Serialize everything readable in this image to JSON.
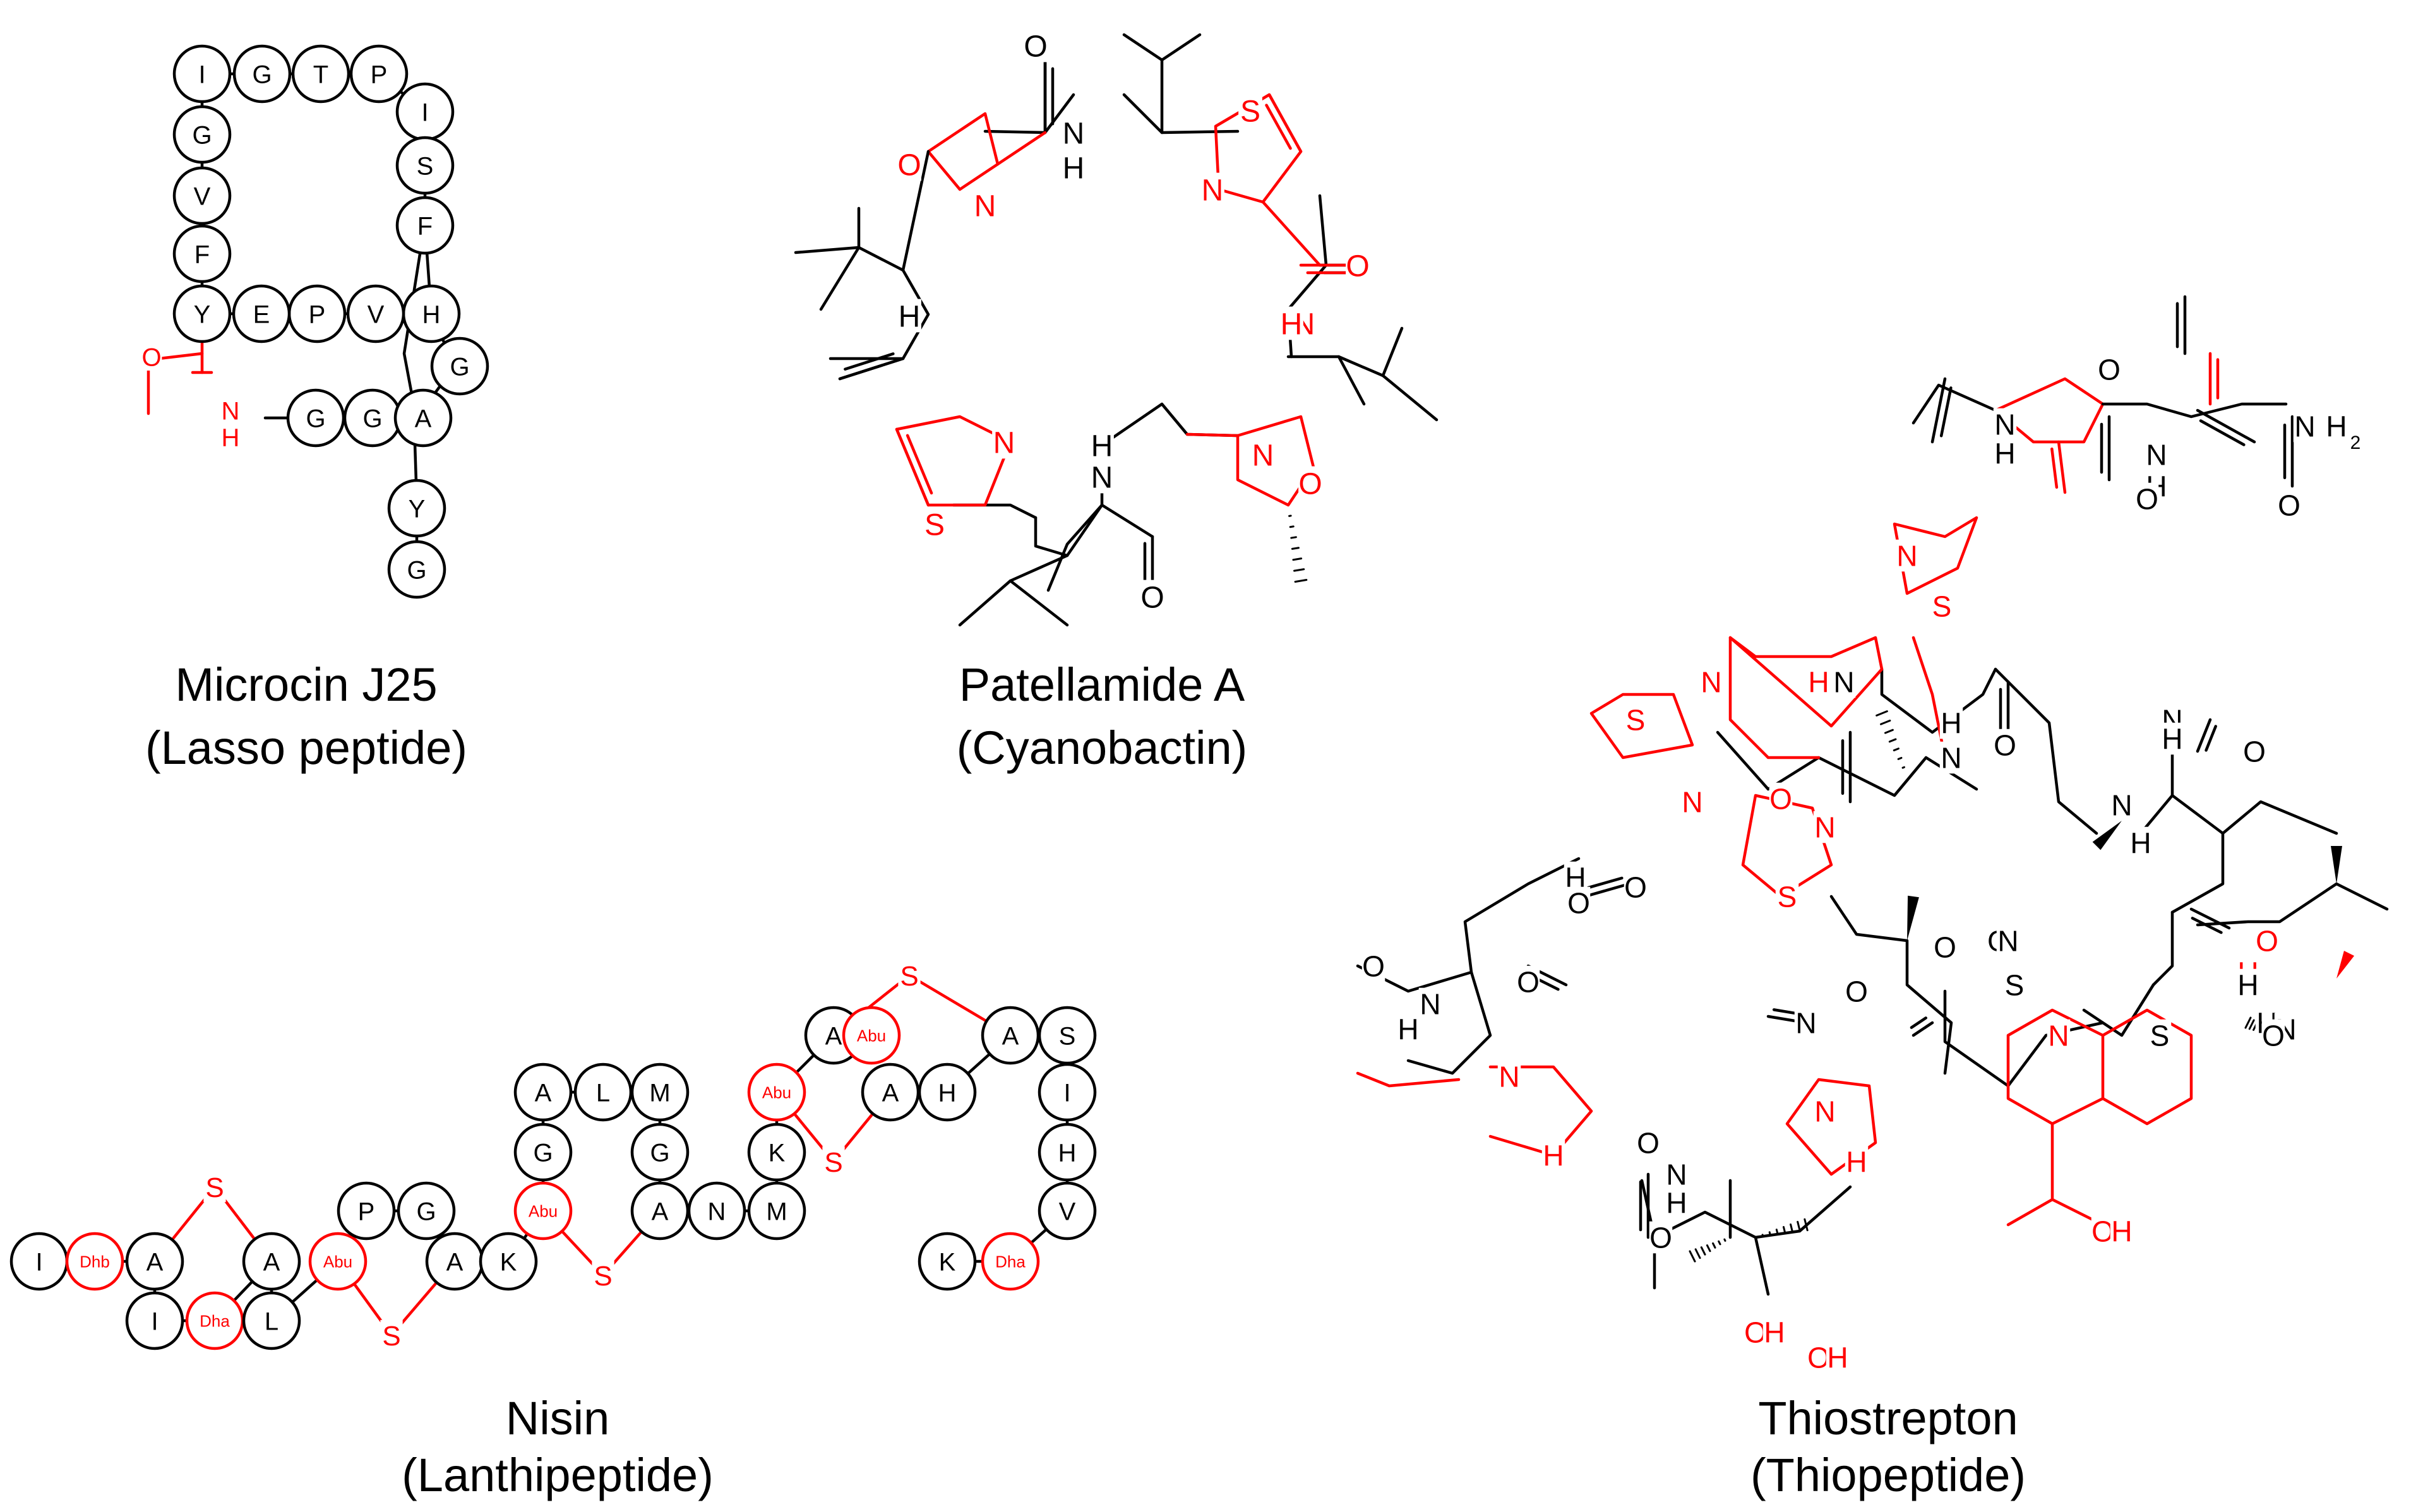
{
  "colors": {
    "ink": "#000000",
    "highlight": "#ff0000",
    "background": "#ffffff"
  },
  "captions": {
    "microcin": {
      "name": "Microcin J25",
      "cls": "(Lasso peptide)"
    },
    "patellamide": {
      "name": "Patellamide A",
      "cls": "(Cyanobactin)"
    },
    "nisin": {
      "name": "Nisin",
      "cls": "(Lanthipeptide)"
    },
    "thiostrepton": {
      "name": "Thiostrepton",
      "cls": "(Thiopeptide)"
    }
  },
  "microcin": {
    "loop_residues": [
      "I",
      "G",
      "T",
      "P",
      "I",
      "S",
      "F",
      "H",
      "V",
      "P",
      "E",
      "Y",
      "F",
      "V",
      "G"
    ],
    "ring_residues": [
      "G",
      "G",
      "A"
    ],
    "extra_residues": [
      "G",
      "Y",
      "G"
    ],
    "amide": {
      "o": "O",
      "n": "N",
      "h": "H"
    }
  },
  "patellamide": {
    "atoms": [
      "O",
      "N",
      "H",
      "S",
      "N",
      "O",
      "N",
      "H",
      "N",
      "O",
      "H",
      "N",
      "O",
      "N",
      "S",
      "N",
      "H",
      "O"
    ]
  },
  "nisin": {
    "residues": [
      "I",
      "Dhb",
      "A",
      "I",
      "Dha",
      "A",
      "L",
      "Abu",
      "P",
      "G",
      "A",
      "K",
      "Abu",
      "G",
      "A",
      "L",
      "M",
      "G",
      "A",
      "N",
      "M",
      "K",
      "Abu",
      "A",
      "Abu",
      "A",
      "H",
      "A",
      "S",
      "I",
      "H",
      "V",
      "Dha",
      "K"
    ],
    "bridges": [
      "S",
      "S",
      "S",
      "S",
      "S"
    ]
  },
  "thiostrepton": {
    "atoms": [
      "N",
      "H",
      "O",
      "N",
      "H",
      "O",
      "N",
      "H",
      "2",
      "O",
      "N",
      "S",
      "N",
      "H",
      "N",
      "S",
      "N",
      "O",
      "N",
      "H",
      "O",
      "N",
      "H",
      "O",
      "N",
      "S",
      "N",
      "H",
      "H",
      "O",
      "O",
      "N",
      "H",
      "O",
      "O",
      "N",
      "H",
      "O",
      "N",
      "H",
      "O",
      "N",
      "H",
      "O",
      "N",
      "S",
      "O",
      "N",
      "O",
      "N",
      "H",
      "N",
      "S",
      "O",
      "H",
      "O",
      "H",
      "O",
      "H",
      "O",
      "H",
      "O",
      "H"
    ]
  }
}
